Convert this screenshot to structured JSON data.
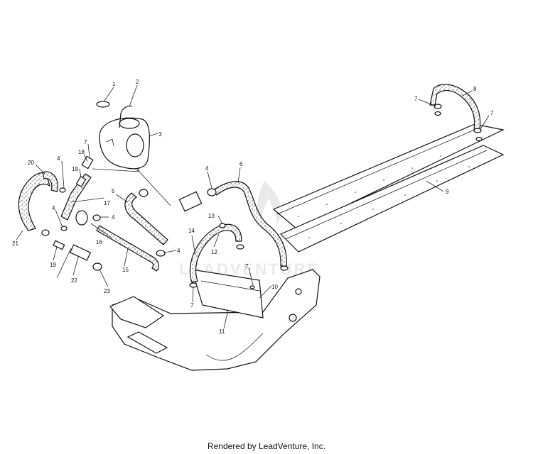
{
  "diagram": {
    "watermark": "LEADVENTURE",
    "callouts": [
      "1",
      "2",
      "3",
      "4",
      "4",
      "4",
      "4",
      "4",
      "4",
      "5",
      "6",
      "7",
      "7",
      "7",
      "7",
      "7",
      "8",
      "9",
      "10",
      "11",
      "12",
      "13",
      "14",
      "15",
      "16",
      "17",
      "18",
      "19",
      "19",
      "20",
      "21",
      "22",
      "23"
    ]
  },
  "footer": {
    "credit": "Rendered by LeadVenture, Inc."
  }
}
